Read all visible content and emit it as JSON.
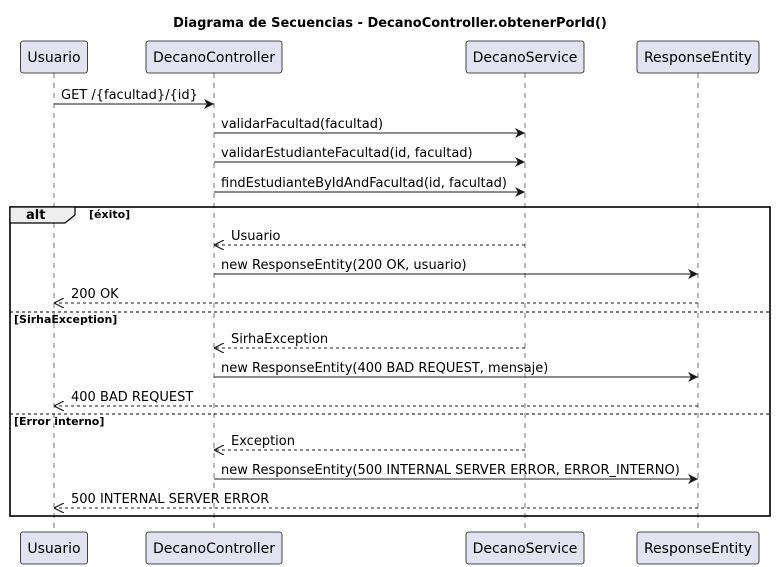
{
  "title": "Diagrama de Secuencias - DecanoController.obtenerPorId()",
  "participants": [
    {
      "name": "Usuario"
    },
    {
      "name": "DecanoController"
    },
    {
      "name": "DecanoService"
    },
    {
      "name": "ResponseEntity"
    }
  ],
  "fragment": {
    "label": "alt",
    "operands": [
      {
        "guard": "[éxito]"
      },
      {
        "guard": "[SirhaException]"
      },
      {
        "guard": "[Error interno]"
      }
    ]
  },
  "messages": [
    {
      "from": 0,
      "to": 1,
      "text": "GET /{facultad}/{id}",
      "style": "solid"
    },
    {
      "from": 1,
      "to": 2,
      "text": "validarFacultad(facultad)",
      "style": "solid"
    },
    {
      "from": 1,
      "to": 2,
      "text": "validarEstudianteFacultad(id, facultad)",
      "style": "solid"
    },
    {
      "from": 1,
      "to": 2,
      "text": "findEstudianteByIdAndFacultad(id, facultad)",
      "style": "solid"
    },
    {
      "from": 2,
      "to": 1,
      "text": "Usuario",
      "style": "dashed"
    },
    {
      "from": 1,
      "to": 3,
      "text": "new ResponseEntity(200 OK, usuario)",
      "style": "solid"
    },
    {
      "from": 3,
      "to": 0,
      "text": "200 OK",
      "style": "dashed"
    },
    {
      "from": 2,
      "to": 1,
      "text": "SirhaException",
      "style": "dashed"
    },
    {
      "from": 1,
      "to": 3,
      "text": "new ResponseEntity(400 BAD REQUEST, mensaje)",
      "style": "solid"
    },
    {
      "from": 3,
      "to": 0,
      "text": "400 BAD REQUEST",
      "style": "dashed"
    },
    {
      "from": 2,
      "to": 1,
      "text": "Exception",
      "style": "dashed"
    },
    {
      "from": 1,
      "to": 3,
      "text": "new ResponseEntity(500 INTERNAL SERVER ERROR, ERROR_INTERNO)",
      "style": "solid"
    },
    {
      "from": 3,
      "to": 0,
      "text": "500 INTERNAL SERVER ERROR",
      "style": "dashed"
    }
  ]
}
